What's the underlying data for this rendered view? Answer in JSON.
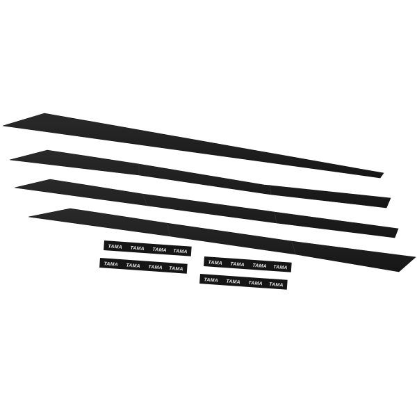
{
  "image": {
    "background": "#ffffff",
    "strip_color": "#1e1e1e",
    "strip_edge_color": "#111111",
    "label_color": "#151515",
    "label_text_color": "#e8e8e8"
  },
  "strips": [
    {
      "name": "muffle-strip-1"
    },
    {
      "name": "muffle-strip-2"
    },
    {
      "name": "muffle-strip-3"
    },
    {
      "name": "muffle-strip-4"
    }
  ],
  "labels": [
    {
      "name": "tama-sticker-left-top",
      "logos": [
        "TAMA",
        "TAMA",
        "TAMA",
        "TAMA"
      ]
    },
    {
      "name": "tama-sticker-left-bottom",
      "logos": [
        "TAMA",
        "TAMA",
        "TAMA",
        "TAMA"
      ]
    },
    {
      "name": "tama-sticker-right-top",
      "logos": [
        "TAMA",
        "TAMA",
        "TAMA",
        "TAMA"
      ]
    },
    {
      "name": "tama-sticker-right-bottom",
      "logos": [
        "TAMA",
        "TAMA",
        "TAMA",
        "TAMA"
      ]
    }
  ]
}
